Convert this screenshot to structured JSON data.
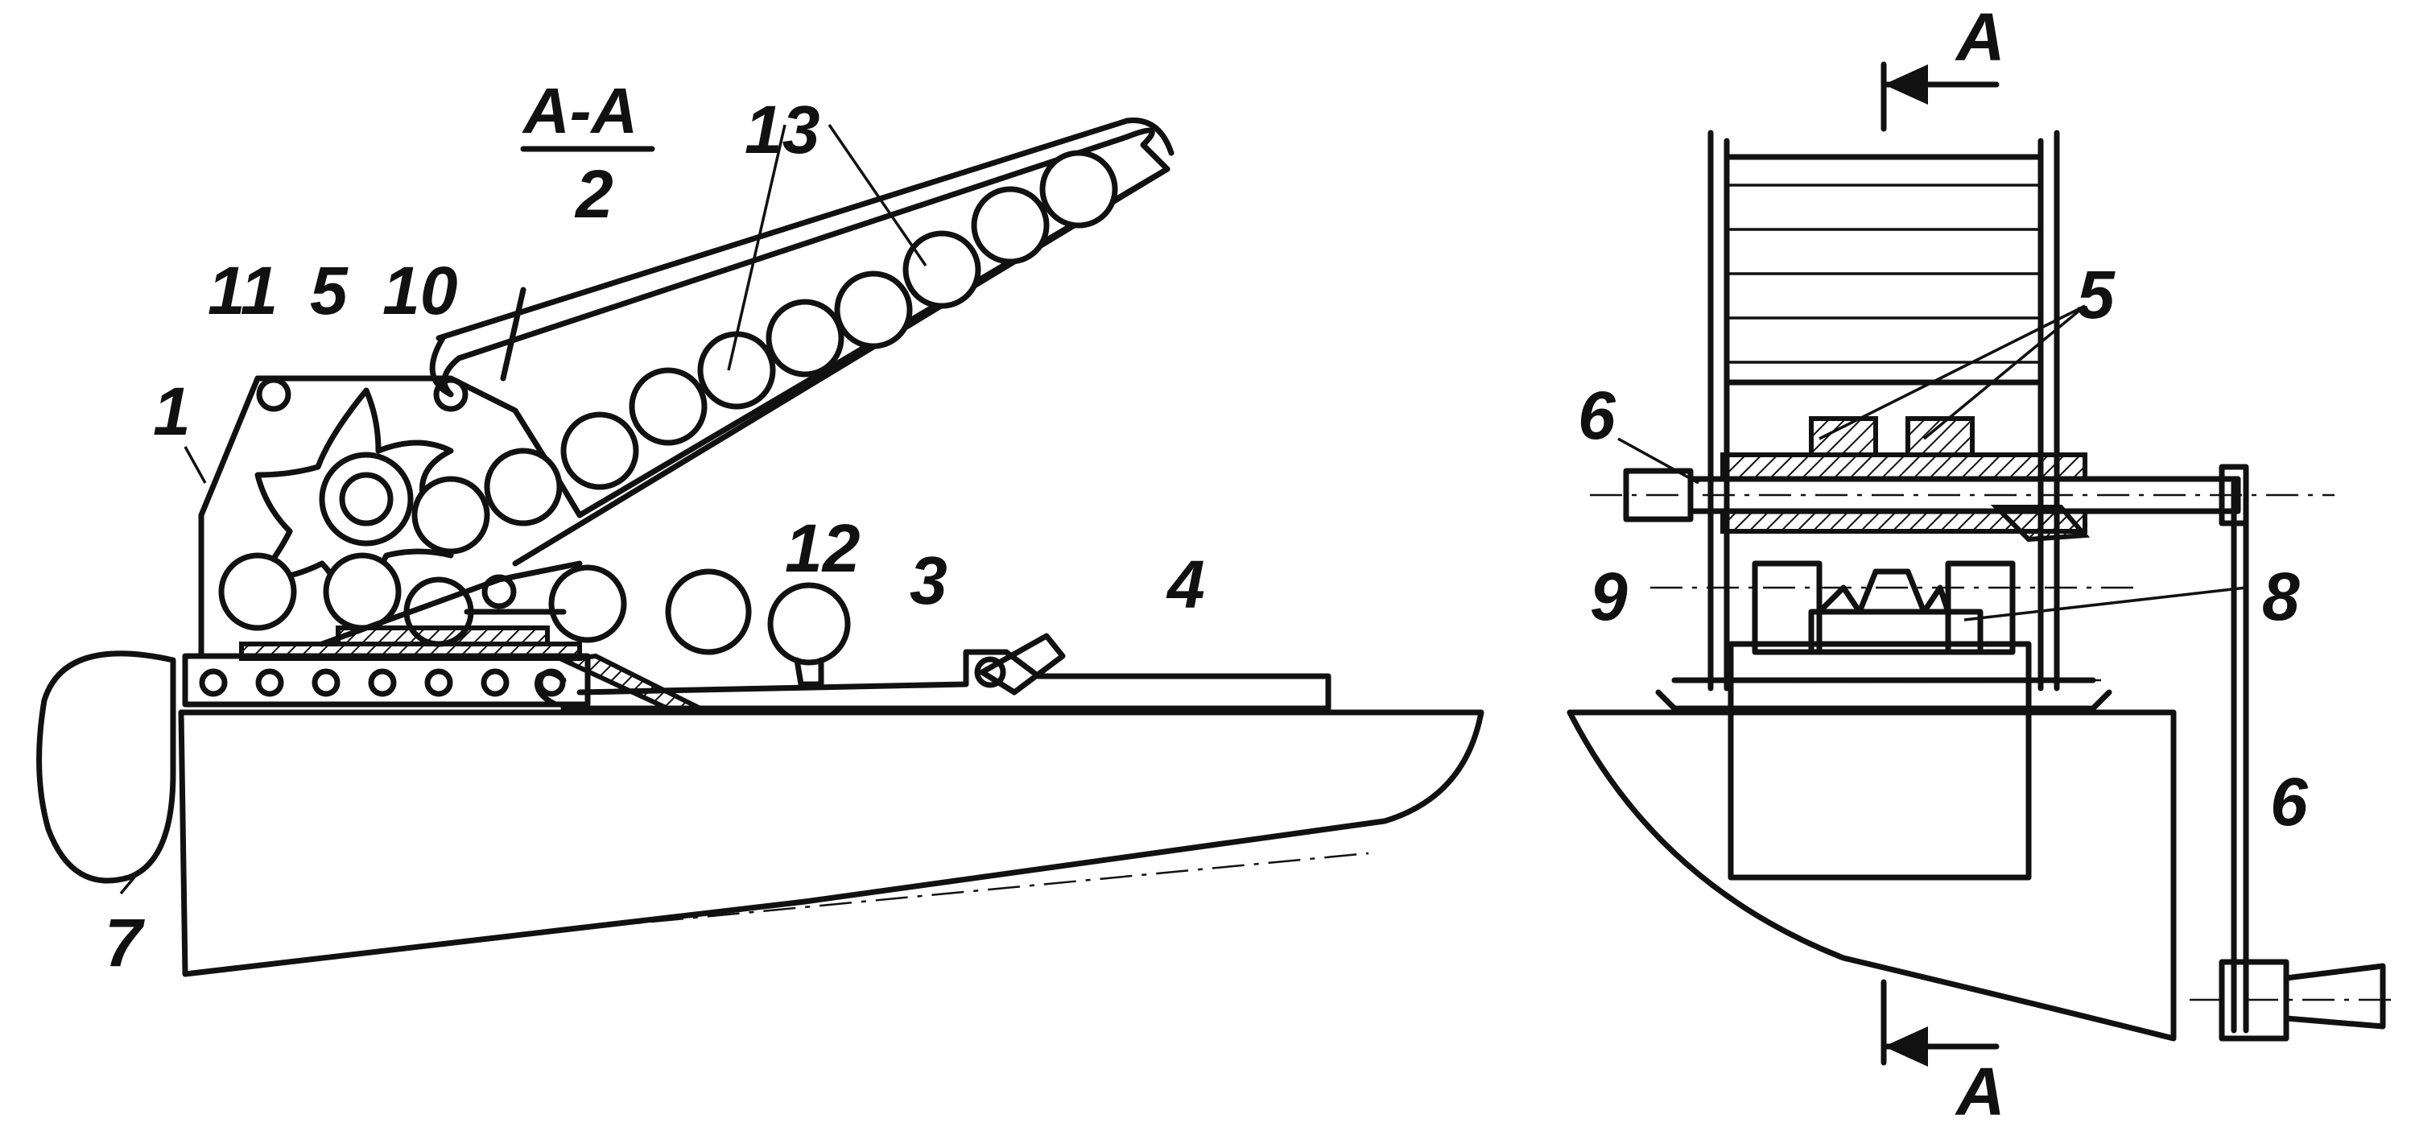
{
  "section_title": "A-A",
  "section_marker": "A",
  "left_view": {
    "labels": {
      "l1": "1",
      "l2": "2",
      "l3": "3",
      "l4": "4",
      "l5": "5",
      "l7": "7",
      "l10": "10",
      "l11": "11",
      "l12": "12",
      "l13": "13"
    }
  },
  "right_view": {
    "labels": {
      "l5": "5",
      "l6_top": "6",
      "l6_bottom": "6",
      "l8": "8",
      "l9": "9"
    }
  }
}
